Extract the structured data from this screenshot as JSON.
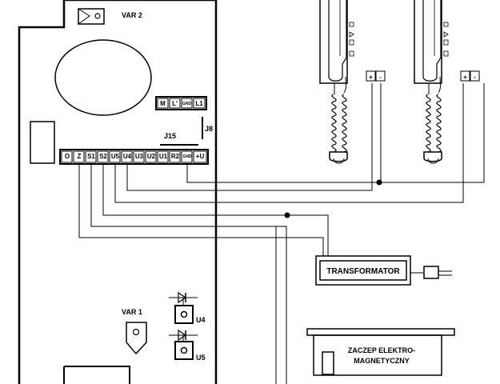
{
  "panel": {
    "var2_label": "VAR 2",
    "var1_label": "VAR  1",
    "j15_label": "J15",
    "j8_label": "J8",
    "top_terminals": [
      "M",
      "L'",
      "GND",
      "L1"
    ],
    "bottom_terminals": [
      "O",
      "Z",
      "S1",
      "S2",
      "U5",
      "U4",
      "U3",
      "U2",
      "U1",
      "R2",
      "GND",
      "+U"
    ],
    "u4_label": "U4",
    "u5_label": "U5"
  },
  "transformer": {
    "label": "TRANSFORMATOR"
  },
  "lock": {
    "line1": "ZACZEP ELEKTRO-",
    "line2": "MAGNETYCZNY"
  },
  "handsets": [
    {
      "plus": "+",
      "minus": "-"
    },
    {
      "plus": "+",
      "minus": "-"
    }
  ]
}
